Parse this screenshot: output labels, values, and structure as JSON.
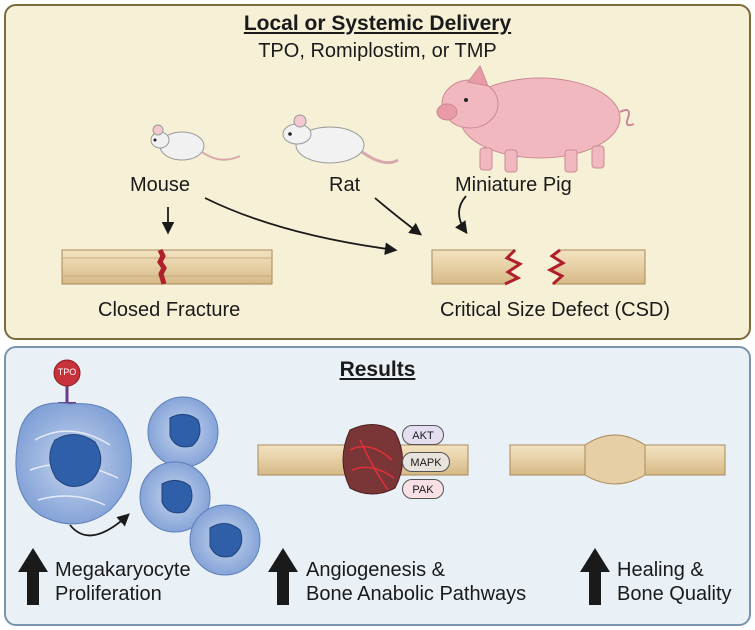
{
  "delivery": {
    "heading": "Local or Systemic Delivery",
    "agents": "TPO, Romiplostim, or TMP",
    "animals": {
      "mouse": "Mouse",
      "rat": "Rat",
      "pig": "Miniature Pig"
    },
    "models": {
      "closed_fracture": "Closed Fracture",
      "csd": "Critical Size Defect (CSD)"
    }
  },
  "results": {
    "heading": "Results",
    "tpo_receptor": "TPO",
    "pathways": [
      "AKT",
      "MAPK",
      "PAK"
    ],
    "outcomes": {
      "megakaryocyte_line1": "Megakaryocyte",
      "megakaryocyte_line2": "Proliferation",
      "angio_line1": "Angiogenesis &",
      "angio_line2": "Bone Anabolic Pathways",
      "healing_line1": "Healing &",
      "healing_line2": "Bone Quality"
    }
  },
  "colors": {
    "top_panel": "#f6f0d6",
    "bottom_panel": "#e9f0f6",
    "bone": "#e8d2aa",
    "fracture_red": "#b0202a",
    "cell_blue": "#7f9fd6",
    "nucleus": "#2f5fa8",
    "pig_pink": "#f2b8c0"
  }
}
